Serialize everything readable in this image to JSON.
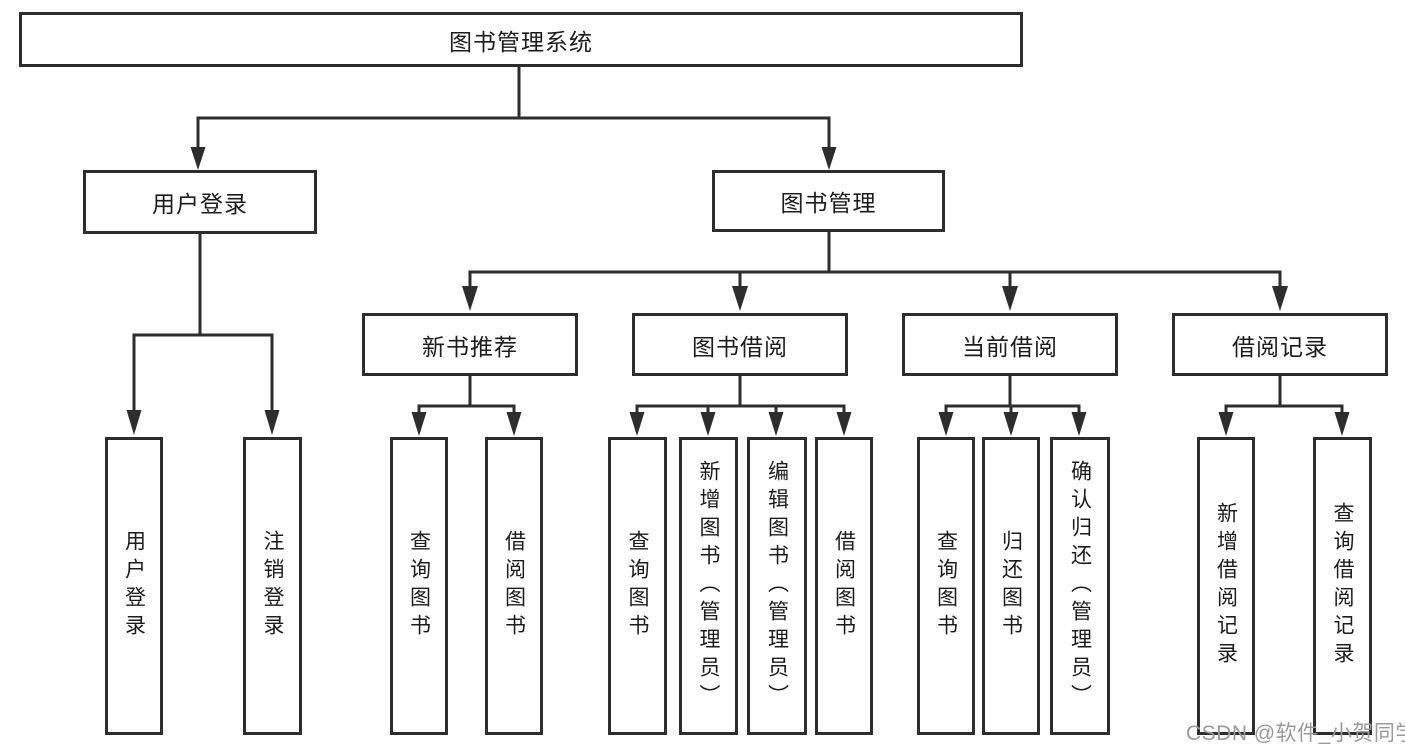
{
  "diagram_type": "hierarchy-tree",
  "colors": {
    "line": "#2d2d2d",
    "box_border": "#2d2d2d",
    "box_fill": "#ffffff",
    "text": "#1c1c1c",
    "watermark": "#9a9a9a",
    "background": "#ffffff"
  },
  "tree": {
    "label": "图书管理系统",
    "children": [
      {
        "label": "用户登录",
        "children": [
          {
            "label": "用户登录"
          },
          {
            "label": "注销登录"
          }
        ]
      },
      {
        "label": "图书管理",
        "children": [
          {
            "label": "新书推荐",
            "children": [
              {
                "label": "查询图书"
              },
              {
                "label": "借阅图书"
              }
            ]
          },
          {
            "label": "图书借阅",
            "children": [
              {
                "label": "查询图书"
              },
              {
                "label": "新增图书（管理员）"
              },
              {
                "label": "编辑图书（管理员）"
              },
              {
                "label": "借阅图书"
              }
            ]
          },
          {
            "label": "当前借阅",
            "children": [
              {
                "label": "查询图书"
              },
              {
                "label": "归还图书"
              },
              {
                "label": "确认归还（管理员）"
              }
            ]
          },
          {
            "label": "借阅记录",
            "children": [
              {
                "label": "新增借阅记录"
              },
              {
                "label": "查询借阅记录"
              }
            ]
          }
        ]
      }
    ]
  },
  "watermark": {
    "text": "CSDN @软件_小贺同学"
  }
}
